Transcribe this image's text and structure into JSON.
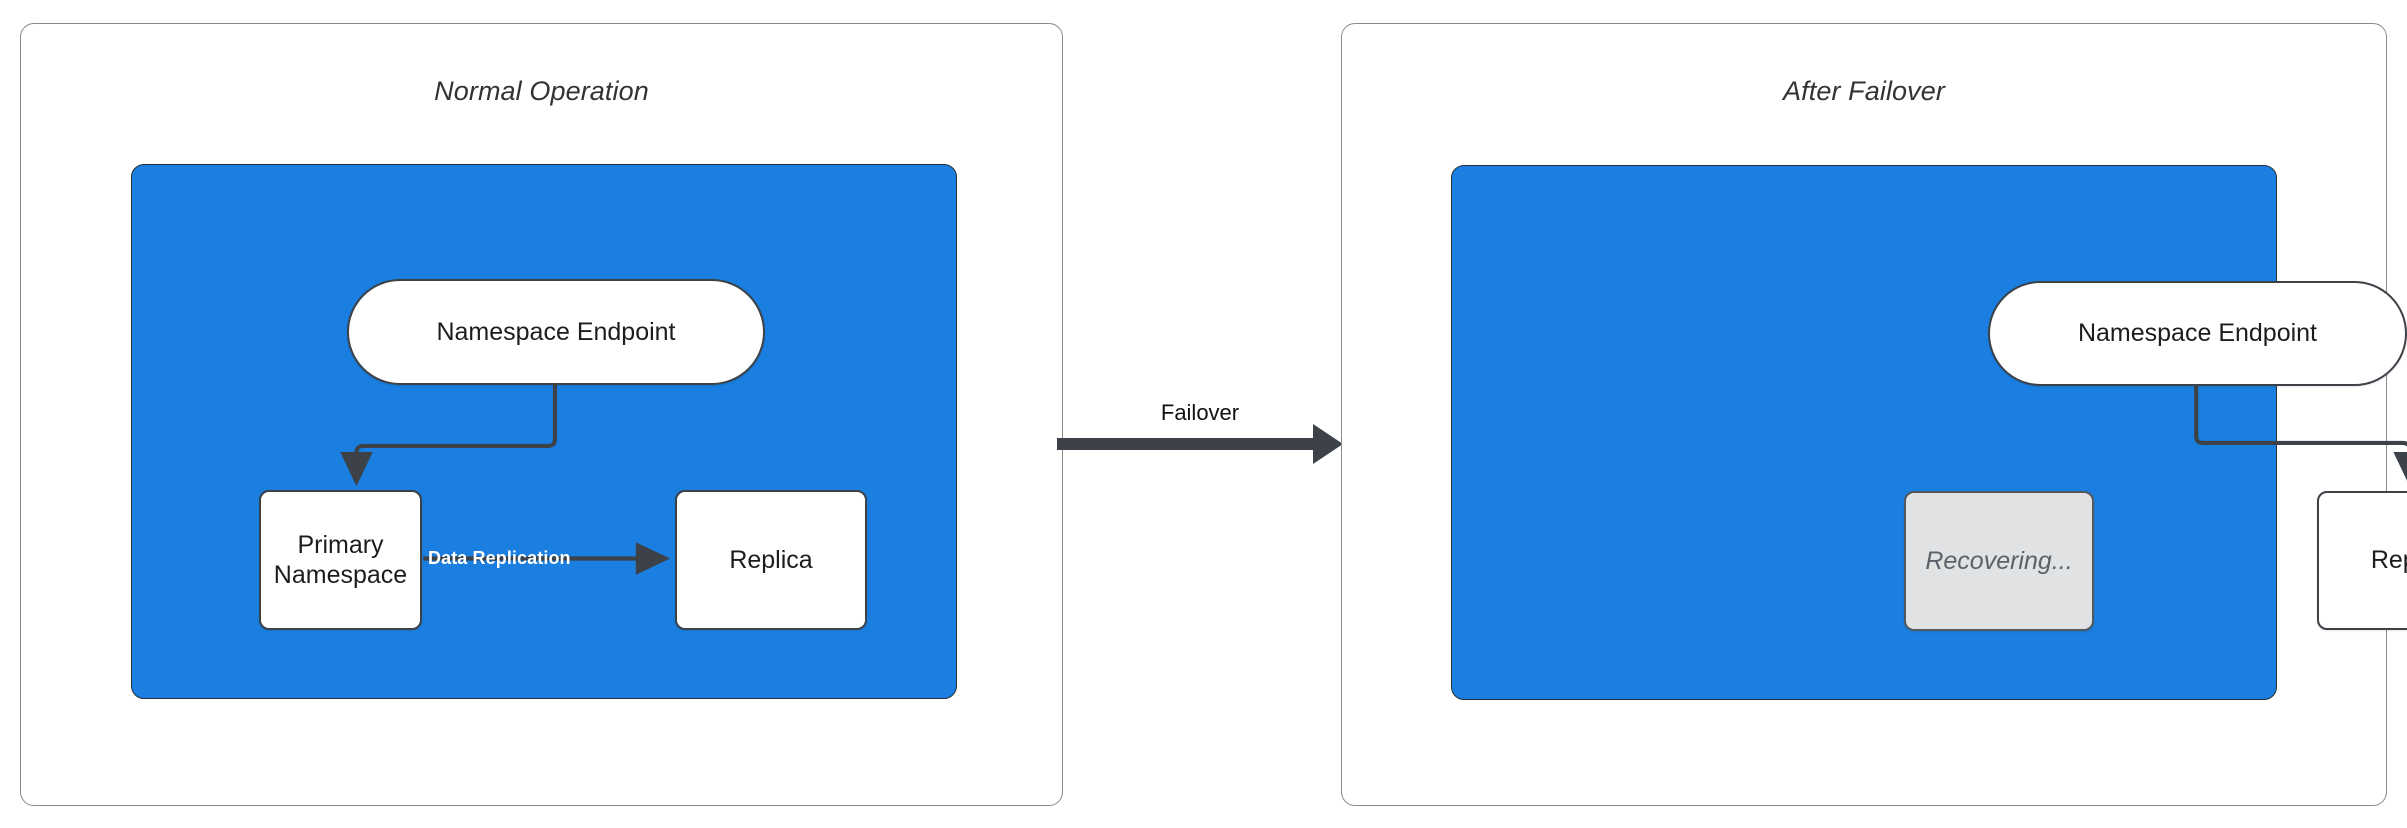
{
  "diagram": {
    "title_left": "Normal Operation",
    "title_right": "After Failover",
    "transition_label": "Failover",
    "colors": {
      "region_fill": "#1a7fe0",
      "node_fill": "#ffffff",
      "muted_fill": "#e0e2e4",
      "stroke": "#3c4248",
      "panel_border": "#8a8a8a",
      "label_on_blue": "#ffffff"
    }
  },
  "left_panel": {
    "title": "Normal Operation",
    "nodes": {
      "endpoint": "Namespace Endpoint",
      "primary_line1": "Primary",
      "primary_line2": "Namespace",
      "replica": "Replica"
    },
    "edges": {
      "endpoint_to_primary": "",
      "data_replication": "Data Replication"
    }
  },
  "right_panel": {
    "title": "After Failover",
    "nodes": {
      "endpoint": "Namespace Endpoint",
      "recovering": "Recovering...",
      "replica": "Replica"
    },
    "edges": {
      "endpoint_to_replica": ""
    }
  }
}
